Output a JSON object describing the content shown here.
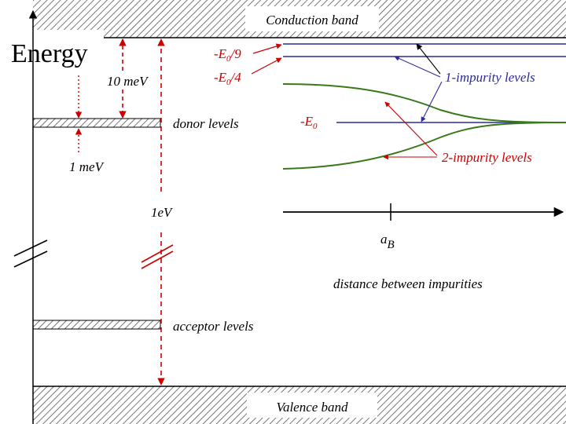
{
  "labels": {
    "energy": "Energy",
    "conduction_band": "Conduction band",
    "valence_band": "Valence band",
    "donor_levels": "donor levels",
    "acceptor_levels": "acceptor levels",
    "ten_mev": "10 meV",
    "one_mev": "1 meV",
    "one_ev": "1eV",
    "e0_over_9": "-E0/9",
    "e0_over_4": "-E0/4",
    "minus_e0": "-E0",
    "one_impurity_levels": "1-impurity levels",
    "two_impurity_levels": "2-impurity levels",
    "a_b": "aB",
    "distance_between_impurities": "distance between impurities"
  },
  "colors": {
    "black": "#000000",
    "red": "#cc0000",
    "blue": "#2b2b9a",
    "green": "#3a7a1a",
    "hatch": "#555555"
  }
}
